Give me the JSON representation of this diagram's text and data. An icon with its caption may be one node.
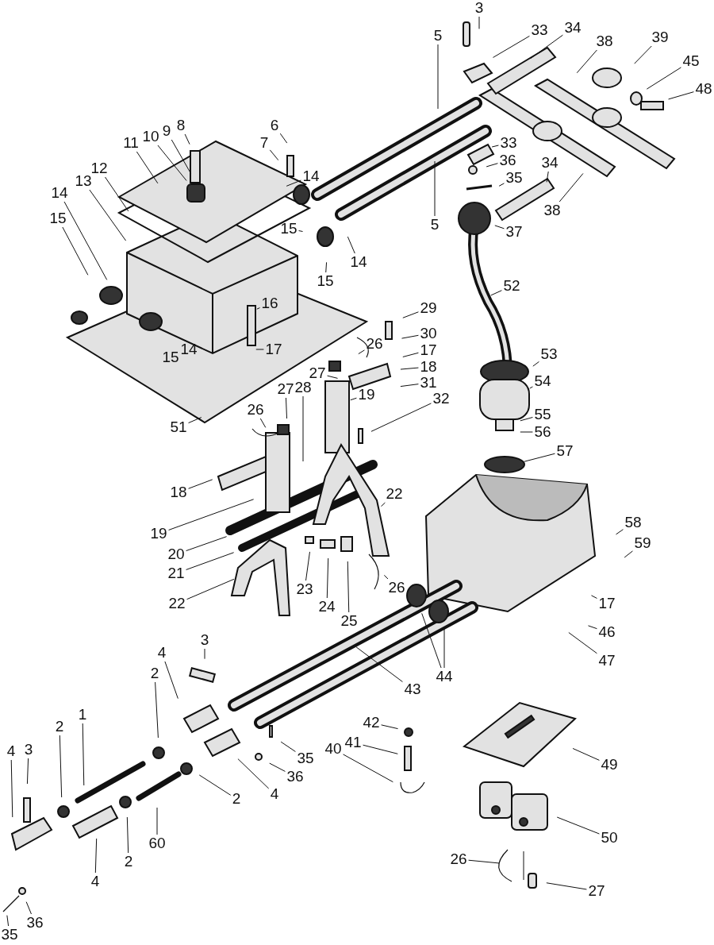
{
  "diagram": {
    "nodes": [
      {
        "text": [
          "3"
        ]
      },
      {
        "text": [
          "33"
        ]
      },
      {
        "text": [
          "34"
        ]
      },
      {
        "text": [
          "38"
        ]
      },
      {
        "text": [
          "39"
        ]
      },
      {
        "text": [
          "45"
        ]
      },
      {
        "text": [
          "48"
        ]
      },
      {
        "text": [
          "5"
        ]
      },
      {
        "text": [
          "8"
        ]
      },
      {
        "text": [
          "9"
        ]
      },
      {
        "text": [
          "10"
        ]
      },
      {
        "text": [
          "11"
        ]
      },
      {
        "text": [
          "6"
        ]
      },
      {
        "text": [
          "7"
        ]
      },
      {
        "text": [
          "12"
        ]
      },
      {
        "text": [
          "13"
        ]
      },
      {
        "text": [
          "14"
        ]
      },
      {
        "text": [
          "15"
        ]
      },
      {
        "text": [
          "14"
        ]
      },
      {
        "text": [
          "33"
        ]
      },
      {
        "text": [
          "36"
        ]
      },
      {
        "text": [
          "35"
        ]
      },
      {
        "text": [
          "34"
        ]
      },
      {
        "text": [
          "38"
        ]
      },
      {
        "text": [
          "5"
        ]
      },
      {
        "text": [
          "15"
        ]
      },
      {
        "text": [
          "15"
        ]
      },
      {
        "text": [
          "14"
        ]
      },
      {
        "text": [
          "37"
        ]
      },
      {
        "text": [
          "52"
        ]
      },
      {
        "text": [
          "16"
        ]
      },
      {
        "text": [
          "29"
        ]
      },
      {
        "text": [
          "30"
        ]
      },
      {
        "text": [
          "17"
        ]
      },
      {
        "text": [
          "17"
        ]
      },
      {
        "text": [
          "26"
        ]
      },
      {
        "text": [
          "18"
        ]
      },
      {
        "text": [
          "27"
        ]
      },
      {
        "text": [
          "53"
        ]
      },
      {
        "text": [
          "54"
        ]
      },
      {
        "text": [
          "31"
        ]
      },
      {
        "text": [
          "28"
        ]
      },
      {
        "text": [
          "19"
        ]
      },
      {
        "text": [
          "32"
        ]
      },
      {
        "text": [
          "27"
        ]
      },
      {
        "text": [
          "26"
        ]
      },
      {
        "text": [
          "51"
        ]
      },
      {
        "text": [
          "55"
        ]
      },
      {
        "text": [
          "56"
        ]
      },
      {
        "text": [
          "57"
        ]
      },
      {
        "text": [
          "18"
        ]
      },
      {
        "text": [
          "22"
        ]
      },
      {
        "text": [
          "58"
        ]
      },
      {
        "text": [
          "19"
        ]
      },
      {
        "text": [
          "59"
        ]
      },
      {
        "text": [
          "20"
        ]
      },
      {
        "text": [
          "23"
        ]
      },
      {
        "text": [
          "21"
        ]
      },
      {
        "text": [
          "24"
        ]
      },
      {
        "text": [
          "25"
        ]
      },
      {
        "text": [
          "17"
        ]
      },
      {
        "text": [
          "22"
        ]
      },
      {
        "text": [
          "26"
        ]
      },
      {
        "text": [
          "46"
        ]
      },
      {
        "text": [
          "47"
        ]
      },
      {
        "text": [
          "3"
        ]
      },
      {
        "text": [
          "4"
        ]
      },
      {
        "text": [
          "2"
        ]
      },
      {
        "text": [
          "44"
        ]
      },
      {
        "text": [
          "43"
        ]
      },
      {
        "text": [
          "1"
        ]
      },
      {
        "text": [
          "42"
        ]
      },
      {
        "text": [
          "2"
        ]
      },
      {
        "text": [
          "41"
        ]
      },
      {
        "text": [
          "4"
        ]
      },
      {
        "text": [
          "3"
        ]
      },
      {
        "text": [
          "40"
        ]
      },
      {
        "text": [
          "35"
        ]
      },
      {
        "text": [
          "49"
        ]
      },
      {
        "text": [
          "36"
        ]
      },
      {
        "text": [
          "4"
        ]
      },
      {
        "text": [
          "2"
        ]
      },
      {
        "text": [
          "60"
        ]
      },
      {
        "text": [
          "50"
        ]
      },
      {
        "text": [
          "26"
        ]
      },
      {
        "text": [
          "2"
        ]
      },
      {
        "text": [
          "4"
        ]
      },
      {
        "text": [
          "27"
        ]
      },
      {
        "text": [
          "36"
        ]
      },
      {
        "text": [
          "35"
        ]
      }
    ],
    "edges": [
      {
        "from": 0,
        "to": null,
        "arrow": "none"
      },
      {
        "from": 1,
        "to": null,
        "arrow": "none"
      },
      {
        "from": 2,
        "to": null,
        "arrow": "none"
      },
      {
        "from": 3,
        "to": null,
        "arrow": "none"
      },
      {
        "from": 4,
        "to": null,
        "arrow": "none"
      },
      {
        "from": 5,
        "to": null,
        "arrow": "none"
      },
      {
        "from": 6,
        "to": null,
        "arrow": "none"
      },
      {
        "from": 7,
        "to": null,
        "arrow": "none"
      },
      {
        "from": 8,
        "to": null,
        "arrow": "none"
      },
      {
        "from": 9,
        "to": null,
        "arrow": "none"
      },
      {
        "from": 10,
        "to": null,
        "arrow": "none"
      },
      {
        "from": 11,
        "to": null,
        "arrow": "none"
      },
      {
        "from": 12,
        "to": null,
        "arrow": "none"
      },
      {
        "from": 13,
        "to": null,
        "arrow": "none"
      },
      {
        "from": 14,
        "to": null,
        "arrow": "none"
      },
      {
        "from": 15,
        "to": null,
        "arrow": "none"
      },
      {
        "from": 16,
        "to": null,
        "arrow": "none"
      },
      {
        "from": 17,
        "to": null,
        "arrow": "none"
      },
      {
        "from": 18,
        "to": null,
        "arrow": "none"
      },
      {
        "from": 19,
        "to": null,
        "arrow": "none"
      },
      {
        "from": 20,
        "to": null,
        "arrow": "none"
      },
      {
        "from": 21,
        "to": null,
        "arrow": "none"
      },
      {
        "from": 22,
        "to": null,
        "arrow": "none"
      },
      {
        "from": 23,
        "to": null,
        "arrow": "none"
      },
      {
        "from": 24,
        "to": null,
        "arrow": "none"
      },
      {
        "from": 25,
        "to": null,
        "arrow": "none"
      },
      {
        "from": 26,
        "to": null,
        "arrow": "none"
      },
      {
        "from": 27,
        "to": null,
        "arrow": "none"
      },
      {
        "from": 28,
        "to": null,
        "arrow": "none"
      },
      {
        "from": 29,
        "to": null,
        "arrow": "none"
      },
      {
        "from": 30,
        "to": null,
        "arrow": "none"
      },
      {
        "from": 31,
        "to": null,
        "arrow": "none"
      },
      {
        "from": 32,
        "to": null,
        "arrow": "none"
      },
      {
        "from": 33,
        "to": null,
        "arrow": "none"
      },
      {
        "from": 34,
        "to": null,
        "arrow": "none"
      },
      {
        "from": 35,
        "to": null,
        "arrow": "none"
      },
      {
        "from": 36,
        "to": null,
        "arrow": "none"
      },
      {
        "from": 37,
        "to": null,
        "arrow": "none"
      },
      {
        "from": 38,
        "to": null,
        "arrow": "none"
      },
      {
        "from": 39,
        "to": null,
        "arrow": "none"
      },
      {
        "from": 40,
        "to": null,
        "arrow": "none"
      },
      {
        "from": 41,
        "to": null,
        "arrow": "none"
      },
      {
        "from": 42,
        "to": null,
        "arrow": "none"
      },
      {
        "from": 43,
        "to": null,
        "arrow": "none"
      },
      {
        "from": 44,
        "to": null,
        "arrow": "none"
      },
      {
        "from": 45,
        "to": null,
        "arrow": "none"
      },
      {
        "from": 46,
        "to": null,
        "arrow": "none"
      },
      {
        "from": 47,
        "to": null,
        "arrow": "none"
      },
      {
        "from": 48,
        "to": null,
        "arrow": "none"
      },
      {
        "from": 49,
        "to": null,
        "arrow": "none"
      },
      {
        "from": 50,
        "to": null,
        "arrow": "none"
      },
      {
        "from": 51,
        "to": null,
        "arrow": "none"
      },
      {
        "from": 52,
        "to": null,
        "arrow": "none"
      },
      {
        "from": 53,
        "to": null,
        "arrow": "none"
      },
      {
        "from": 54,
        "to": null,
        "arrow": "none"
      },
      {
        "from": 55,
        "to": null,
        "arrow": "none"
      },
      {
        "from": 56,
        "to": null,
        "arrow": "none"
      },
      {
        "from": 57,
        "to": null,
        "arrow": "none"
      },
      {
        "from": 58,
        "to": null,
        "arrow": "none"
      },
      {
        "from": 59,
        "to": null,
        "arrow": "none"
      },
      {
        "from": 60,
        "to": null,
        "arrow": "none"
      },
      {
        "from": 61,
        "to": null,
        "arrow": "none"
      },
      {
        "from": 62,
        "to": null,
        "arrow": "none"
      },
      {
        "from": 63,
        "to": null,
        "arrow": "none"
      },
      {
        "from": 64,
        "to": null,
        "arrow": "none"
      },
      {
        "from": 65,
        "to": null,
        "arrow": "none"
      },
      {
        "from": 66,
        "to": null,
        "arrow": "none"
      },
      {
        "from": 67,
        "to": null,
        "arrow": "none"
      },
      {
        "from": 68,
        "to": null,
        "arrow": "none"
      },
      {
        "from": 69,
        "to": null,
        "arrow": "none"
      },
      {
        "from": 70,
        "to": null,
        "arrow": "none"
      },
      {
        "from": 71,
        "to": null,
        "arrow": "none"
      },
      {
        "from": 72,
        "to": null,
        "arrow": "none"
      },
      {
        "from": 73,
        "to": null,
        "arrow": "none"
      },
      {
        "from": 74,
        "to": null,
        "arrow": "none"
      },
      {
        "from": 75,
        "to": null,
        "arrow": "none"
      },
      {
        "from": 76,
        "to": null,
        "arrow": "none"
      },
      {
        "from": 77,
        "to": null,
        "arrow": "none"
      },
      {
        "from": 78,
        "to": null,
        "arrow": "none"
      },
      {
        "from": 79,
        "to": null,
        "arrow": "none"
      },
      {
        "from": 80,
        "to": null,
        "arrow": "none"
      },
      {
        "from": 81,
        "to": null,
        "arrow": "none"
      },
      {
        "from": 82,
        "to": null,
        "arrow": "none"
      },
      {
        "from": 83,
        "to": null,
        "arrow": "none"
      },
      {
        "from": 84,
        "to": null,
        "arrow": "none"
      },
      {
        "from": 85,
        "to": null,
        "arrow": "none"
      },
      {
        "from": 86,
        "to": null,
        "arrow": "none"
      },
      {
        "from": 87,
        "to": null,
        "arrow": "none"
      },
      {
        "from": 88,
        "to": null,
        "arrow": "none"
      },
      {
        "from": 89,
        "to": null,
        "arrow": "none"
      },
      {
        "from": 68,
        "to": null,
        "arrow": "none"
      }
    ],
    "labels": [
      "15",
      "14"
    ]
  }
}
